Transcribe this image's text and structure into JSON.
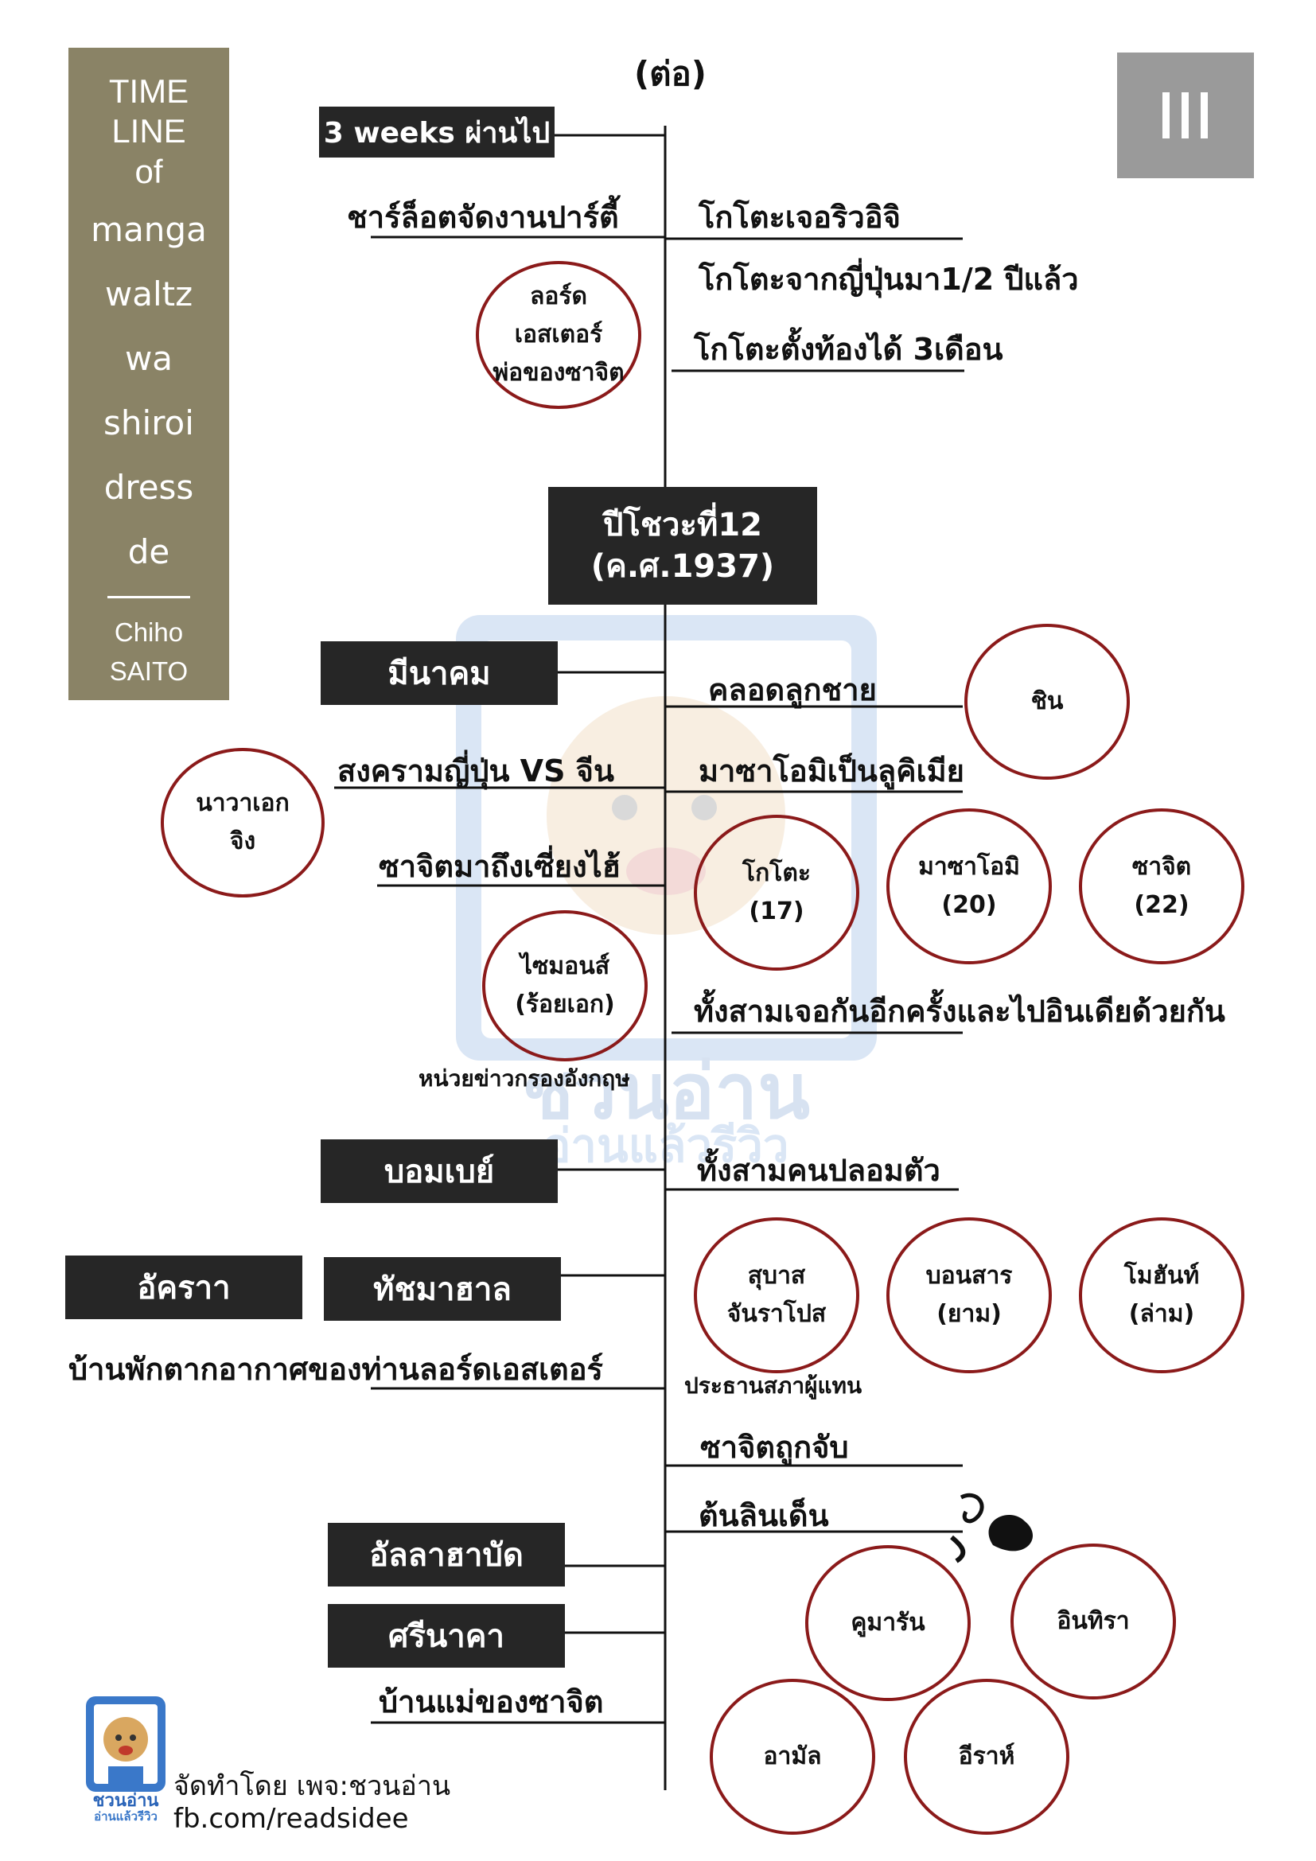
{
  "header": {
    "continued": "(ต่อ)",
    "part_marker": "III"
  },
  "side_panel": {
    "title_lines": [
      "TIME",
      "LINE",
      "of"
    ],
    "manga_lines": [
      "manga",
      "waltz",
      "wa",
      "shiroi",
      "dress",
      "de"
    ],
    "author_lines": [
      "Chiho",
      "SAITO"
    ]
  },
  "timeline": {
    "time_skip": "3 weeks ผ่านไป",
    "events_a": {
      "charlotte_party": "ชาร์ล็อตจัดงานปาร์ตี้",
      "kotoe_meets_riuiji": "โกโตะเจอริวอิจิ",
      "kotoe_left_japan": "โกโตะจากญี่ปุ่นมา1/2 ปีแล้ว",
      "kotoe_pregnant": "โกโตะตั้งท้องได้ 3เดือน"
    },
    "year_box": {
      "line1": "ปีโชวะที่12",
      "line2": "(ค.ศ.1937)"
    },
    "month_march": "มีนาคม",
    "events_b": {
      "gave_birth_son": "คลอดลูกชาย",
      "war": "สงครามญี่ปุ่น VS จีน",
      "masaomi_married": "มาซาโอมิเป็นลูคิเมีย",
      "sajit_shanghai": "ซาจิตมาถึงเซี่ยงไฮ้",
      "three_meet_again": "ทั้งสามเจอกันอีกครั้งและไปอินเดียด้วยกัน",
      "british_intel": "หน่วยข่าวกรองอังกฤษ"
    },
    "city_bombay": "บอมเบย์",
    "events_c": {
      "three_disguise": "ทั้งสามคนปลอมตัว",
      "speaker_label": "ประธานสภาผู้แทน",
      "lord_hester_summer_house": "บ้านพักตากอากาศของท่านลอร์ดเอสเตอร์",
      "sajit_arrested": "ซาจิตถูกจับ",
      "tanlinden": "ต้นลินเด็น",
      "sajit_mother_house": "บ้านแม่ของซาจิต"
    },
    "city_agra": "อัคราา",
    "city_tajmahal": "ทัชมาฮาล",
    "city_allahabad": "อัลลาฮาบัด",
    "city_srinagar": "ศรีนาคา"
  },
  "circles": {
    "lord_hester": [
      "ลอร์ด",
      "เอสเตอร์",
      "พ่อของซาจิต"
    ],
    "shin": [
      "ชิน"
    ],
    "navy_captain": [
      "นาวาเอก",
      "จิง"
    ],
    "kotoe": [
      "โกโตะ",
      "(17)"
    ],
    "masaomi": [
      "มาซาโอมิ",
      "(20)"
    ],
    "sajit": [
      "ซาจิต",
      "(22)"
    ],
    "simon": [
      "ไซมอนส์",
      "(ร้อยเอก)"
    ],
    "subhas": [
      "สุบาส",
      "จันราโปส"
    ],
    "bonsan": [
      "บอนสาร",
      "(ยาม)"
    ],
    "mohan": [
      "โมฮันท์",
      "(ล่าม)"
    ],
    "kumaran": [
      "คูมารัน"
    ],
    "indira": [
      "อินทิรา"
    ],
    "amal": [
      "อามัล"
    ],
    "irat": [
      "อีราห์"
    ]
  },
  "credit": {
    "by": "จัดทำโดย  เพจ:ชวนอ่าน",
    "fb": "fb.com/readsidee",
    "logo_top": "ชวนอ่าน",
    "logo_bottom": "อ่านแล้วรีวิว",
    "watermark_top": "ชวนอ่าน",
    "watermark_bottom": "อ่านแล้วรีวิว"
  },
  "colors": {
    "panel": "#8a8366",
    "box": "#262626",
    "circle_border": "#8b1a1a",
    "badge": "#9a9a9a"
  }
}
